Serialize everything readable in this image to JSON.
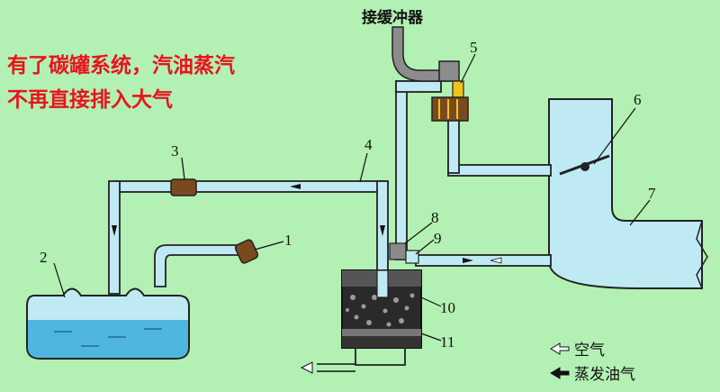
{
  "title": "接缓冲器",
  "caption_lines": [
    "有了碳罐系统，汽油蒸汽",
    "不再直接排入大气"
  ],
  "part_numbers": [
    "1",
    "2",
    "3",
    "4",
    "5",
    "6",
    "7",
    "8",
    "9",
    "10",
    "11"
  ],
  "legend": {
    "air": "空气",
    "vapor": "蒸发油气"
  },
  "colors": {
    "background": "#b3f0b3",
    "pipe": "#bfeaf3",
    "pipe_outline": "#222222",
    "fuel": "#4fb6e0",
    "caption_red": "#e8141b",
    "valve_brown": "#7a4a1e",
    "valve_yellow": "#f2c21a"
  }
}
